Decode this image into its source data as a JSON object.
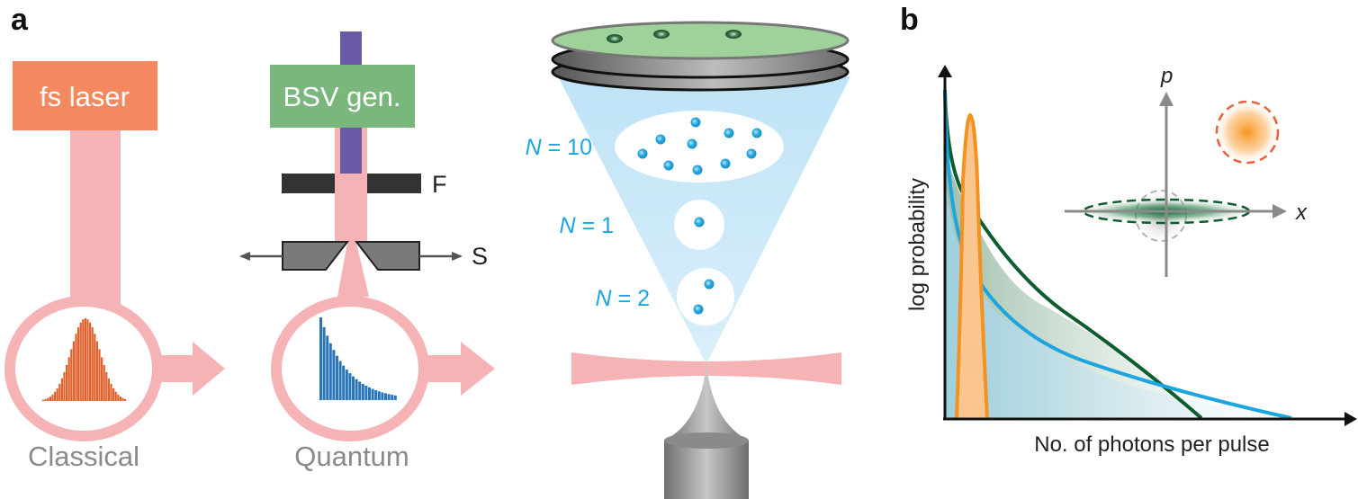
{
  "panel_a": {
    "letter": "a",
    "laser_label": "fs laser",
    "bsv_label": "BSV gen.",
    "filter_label": "F",
    "slit_label": "S",
    "classical_caption": "Classical",
    "quantum_caption": "Quantum",
    "n10_var": "N",
    "n10_rest": " = 10",
    "n1_var": "N",
    "n1_rest": " = 1",
    "n2_var": "N",
    "n2_rest": " = 2"
  },
  "panel_b": {
    "letter": "b",
    "xlabel": "No. of photons per pulse",
    "ylabel": "log probability",
    "inset_x": "x",
    "inset_p": "p"
  },
  "colors": {
    "laser_box": "#f4895f",
    "bsv_box": "#79b77d",
    "beam": "#f6b3b6",
    "pump": "#6a5aa8",
    "dots": "#29aae1",
    "classical_hist": "#e0612c",
    "quantum_hist": "#2a75b8",
    "green_curve": "#0f5c2e",
    "blue_curve": "#1ba6e0",
    "orange_curve": "#f39221"
  }
}
